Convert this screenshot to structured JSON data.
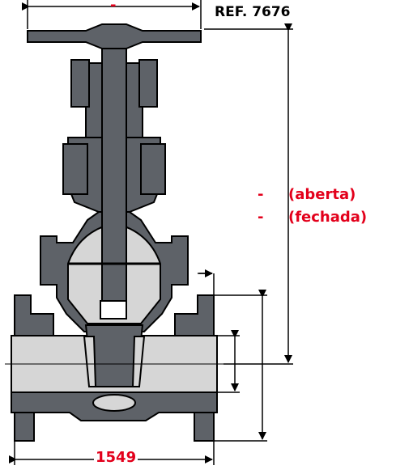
{
  "diagram": {
    "reference": "REF. 7676",
    "top_width_value": "-",
    "height_open_value": "-",
    "height_open_label": "(aberta)",
    "height_closed_value": "-",
    "height_closed_label": "(fechada)",
    "bottom_length_value": "1549",
    "colors": {
      "body": "#5e6268",
      "body_light": "#d6d6d6",
      "outline": "#000000",
      "dimension_text": "#e3001b",
      "background": "#ffffff"
    }
  }
}
